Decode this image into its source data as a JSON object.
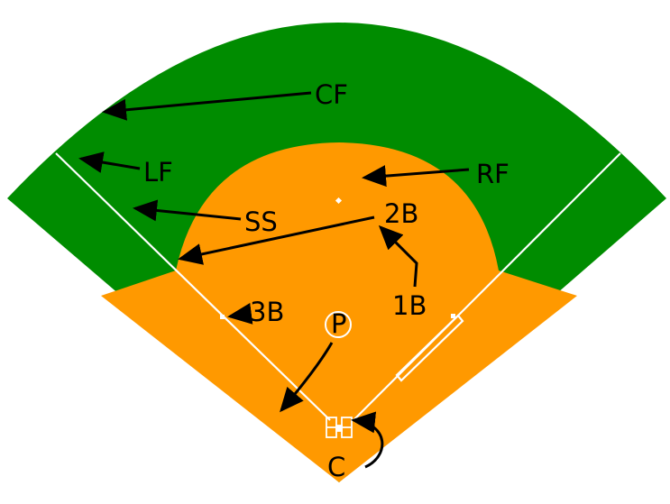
{
  "colors": {
    "grass": "#008c00",
    "dirt": "#ff9900",
    "chalk": "#ffffff",
    "ink": "#000000"
  },
  "labels": {
    "cf": "CF",
    "lf": "LF",
    "rf": "RF",
    "ss": "SS",
    "second_base": "2B",
    "first_base": "1B",
    "third_base": "3B",
    "pitcher": "P",
    "catcher": "C"
  }
}
